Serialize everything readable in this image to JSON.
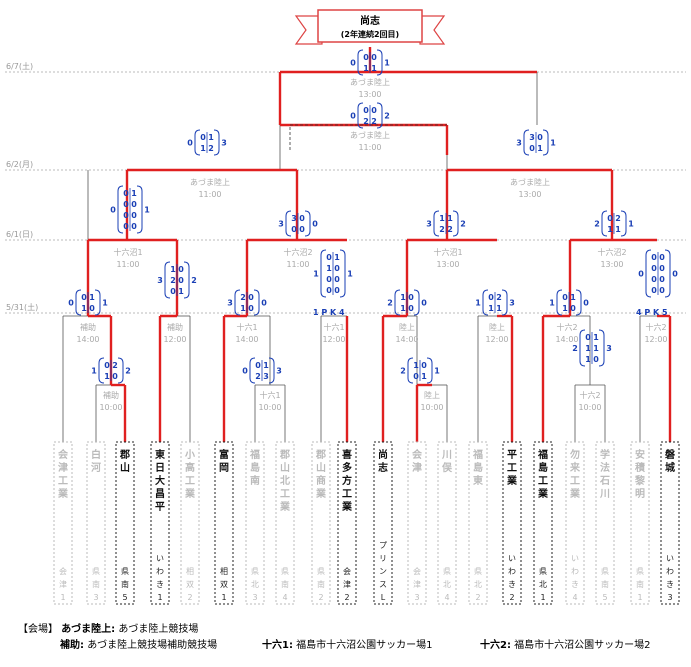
{
  "champion": {
    "name": "尚志",
    "note": "(2年連続2回目)"
  },
  "dates": [
    "6/7(土)",
    "6/2(月)",
    "6/1(日)",
    "5/31(土)"
  ],
  "venues": {
    "final": [
      "あづま陸上",
      "13:00"
    ],
    "third": [
      "あづま陸上",
      "11:00"
    ],
    "sf_left": [
      "あづま陸上",
      "11:00"
    ],
    "sf_right": [
      "あづま陸上",
      "13:00"
    ],
    "qf1": [
      "十六沼1",
      "11:00"
    ],
    "qf2": [
      "十六沼2",
      "11:00"
    ],
    "qf3": [
      "十六沼1",
      "13:00"
    ],
    "qf4": [
      "十六沼2",
      "13:00"
    ],
    "r1": [
      "補助",
      "14:00"
    ],
    "r2": [
      "補助",
      "12:00"
    ],
    "r3": [
      "十六1",
      "14:00"
    ],
    "r4": [
      "十六1",
      "12:00"
    ],
    "r5": [
      "陸上",
      "14:00"
    ],
    "r6": [
      "陸上",
      "12:00"
    ],
    "r7": [
      "十六2",
      "14:00"
    ],
    "r8": [
      "十六2",
      "12:00"
    ],
    "p1": [
      "補助",
      "10:00"
    ],
    "p2": [
      "十六1",
      "10:00"
    ],
    "p3": [
      "陸上",
      "10:00"
    ],
    "p4": [
      "十六2",
      "10:00"
    ]
  },
  "teams": [
    {
      "name": "会津工業",
      "pref": "会津1",
      "won": false
    },
    {
      "name": "白河",
      "pref": "県南3",
      "won": false
    },
    {
      "name": "郡山",
      "pref": "県南5",
      "won": true
    },
    {
      "name": "東日大昌平",
      "pref": "いわき1",
      "won": true
    },
    {
      "name": "小高工業",
      "pref": "相双2",
      "won": false
    },
    {
      "name": "富岡",
      "pref": "相双1",
      "won": true
    },
    {
      "name": "福島南",
      "pref": "県北3",
      "won": false
    },
    {
      "name": "郡山北工業",
      "pref": "県南4",
      "won": false
    },
    {
      "name": "郡山商業",
      "pref": "県南2",
      "won": false
    },
    {
      "name": "喜多方工業",
      "pref": "会津2",
      "won": true
    },
    {
      "name": "尚志",
      "pref": "プリンスL",
      "won": true
    },
    {
      "name": "会津",
      "pref": "会津3",
      "won": false
    },
    {
      "name": "川俣",
      "pref": "県北4",
      "won": false
    },
    {
      "name": "福島東",
      "pref": "県北2",
      "won": false
    },
    {
      "name": "平工業",
      "pref": "いわき2",
      "won": true
    },
    {
      "name": "福島工業",
      "pref": "県北1",
      "won": true
    },
    {
      "name": "勿来工業",
      "pref": "いわき4",
      "won": false
    },
    {
      "name": "学法石川",
      "pref": "県南5",
      "won": false
    },
    {
      "name": "安積黎明",
      "pref": "県南1",
      "won": false
    },
    {
      "name": "磐城",
      "pref": "いわき3",
      "won": true
    }
  ],
  "pk": {
    "left_label": "1 P K 4",
    "right_label": "4 P K 5"
  },
  "scores": {
    "final": {
      "left": "0",
      "top": [
        "0",
        "0"
      ],
      "bot": [
        "1",
        "1"
      ],
      "right": "1"
    },
    "third": {
      "left": "0",
      "top": [
        "0",
        "0"
      ],
      "bot": [
        "2",
        "2"
      ],
      "right": "2"
    },
    "sf_left": {
      "left": "0",
      "top": [
        "0",
        "1"
      ],
      "bot": [
        "1",
        "2"
      ],
      "right": "3"
    },
    "sf_right": {
      "left": "3",
      "top": [
        "3",
        "0"
      ],
      "bot": [
        "0",
        "1"
      ],
      "right": "1"
    },
    "qf1": {
      "left": "0",
      "col1": [
        "0",
        "0",
        "0",
        "0"
      ],
      "col2": [
        "1",
        "0",
        "0",
        "0"
      ],
      "right": "1"
    },
    "qf2": {
      "left": "3",
      "top": [
        "3",
        "0"
      ],
      "bot": [
        "0",
        "0"
      ],
      "right": "0"
    },
    "qf3": {
      "left": "3",
      "top": [
        "1",
        "1"
      ],
      "bot": [
        "2",
        "2"
      ],
      "right": "2"
    },
    "qf4": {
      "left": "2",
      "top": [
        "0",
        "2"
      ],
      "bot": [
        "1",
        "1"
      ],
      "right": "1"
    },
    "r1": {
      "left": "0",
      "top": [
        "0",
        "1"
      ],
      "bot": [
        "1",
        "0"
      ],
      "right": "1"
    },
    "r2": {
      "left": "3",
      "col1": [
        "1",
        "2",
        "0"
      ],
      "col2": [
        "0",
        "0",
        "1"
      ],
      "right": "2"
    },
    "r3": {
      "left": "3",
      "top": [
        "2",
        "0"
      ],
      "bot": [
        "1",
        "0"
      ],
      "right": "0"
    },
    "r4": {
      "left": "1",
      "col1": [
        "0",
        "1",
        "0",
        "0"
      ],
      "col2": [
        "1",
        "0",
        "0",
        "0"
      ],
      "right": "1"
    },
    "r5": {
      "left": "2",
      "top": [
        "1",
        "0"
      ],
      "bot": [
        "1",
        "0"
      ],
      "right": "0"
    },
    "r6": {
      "left": "1",
      "top": [
        "0",
        "2"
      ],
      "bot": [
        "1",
        "1"
      ],
      "right": "3"
    },
    "r7": {
      "left": "1",
      "top": [
        "0",
        "1"
      ],
      "bot": [
        "1",
        "0"
      ],
      "right": "0"
    },
    "r8": {
      "left": "0",
      "col1": [
        "0",
        "0",
        "0",
        "0"
      ],
      "col2": [
        "0",
        "0",
        "0",
        "0"
      ],
      "right": "0"
    },
    "p1": {
      "left": "1",
      "top": [
        "0",
        "2"
      ],
      "bot": [
        "1",
        "0"
      ],
      "right": "2"
    },
    "p2": {
      "left": "0",
      "top": [
        "0",
        "1"
      ],
      "bot": [
        "2",
        "3"
      ],
      "right": "3"
    },
    "p3": {
      "left": "2",
      "top": [
        "1",
        "0"
      ],
      "bot": [
        "0",
        "1"
      ],
      "right": "1"
    },
    "p4": {
      "left": "2",
      "col1": [
        "0",
        "1",
        "1"
      ],
      "col2": [
        "1",
        "1",
        "0"
      ],
      "right": "3"
    }
  },
  "footer": {
    "line1_prefix": "【会場】",
    "line1_label": "あづま陸上:",
    "line1_text": "あづま陸上競技場",
    "line2_label": "補助:",
    "line2_text": "あづま陸上競技場補助競技場",
    "line2_b_label": "十六1:",
    "line2_b_text": "福島市十六沼公園サッカー場1",
    "line2_c_label": "十六2:",
    "line2_c_text": "福島市十六沼公園サッカー場2"
  },
  "colors": {
    "win": "#e02020",
    "lose": "#555555",
    "score": "#1a3fb5"
  }
}
